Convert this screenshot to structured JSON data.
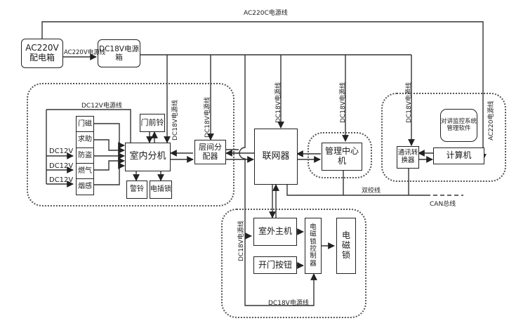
{
  "diagram": {
    "type": "block-diagram",
    "title_fragment": "",
    "nodes": {
      "ac_box": "AC220V\n配电箱",
      "dc18_box": "DC18V电源箱",
      "door_magnet": "门磁",
      "help": "求助",
      "anti_theft": "防盗",
      "gas": "燃气",
      "smoke": "烟感",
      "door_bell": "门前铃",
      "indoor_unit": "室内分机",
      "alarm_bell": "警铃",
      "electric_lock_small": "电插锁",
      "floor_distributor": "层间分\n配器",
      "networker": "联网器",
      "management_pc": "管理中心机",
      "comm_converter": "通讯转\n换器",
      "computer": "计算机",
      "software": "对讲监控系统\n管理软件",
      "outdoor_unit": "室外主机",
      "open_button": "开门按钮",
      "lock_controller": "电\n磁\n锁\n控\n制\n器",
      "magnetic_lock": "电\n磁\n锁"
    },
    "labels": {
      "ac220c_line": "AC220C电源线",
      "ac220v_line": "AC220V电源线",
      "dc12v_line": "DC12V电源线",
      "dc12v_1": "DC12V",
      "dc12v_2": "DC12V",
      "dc12v_3": "DC12V",
      "dc18v_line_1": "DC18V电源线",
      "dc18v_line_2": "DC18V电源线",
      "dc18v_line_3": "DC18V电源线",
      "dc18v_line_4": "DC18V电源线",
      "dc18v_line_5": "DC18V电源线",
      "dc18v_line_6": "DC18V电源线",
      "dc18v_line_bottom": "DC18V电源线",
      "ac220_right": "AC220电源线",
      "twisted_pair": "双绞线",
      "can_bus": "CAN总线"
    },
    "edges": [
      {
        "from": "ac_box",
        "to": "dc18_box",
        "label": "AC220V电源线"
      },
      {
        "from": "ac_box",
        "to": "computer",
        "label": "AC220C电源线"
      },
      {
        "from": "dc18_box",
        "to": "indoor_unit",
        "label": "DC18V电源线"
      },
      {
        "from": "dc18_box",
        "to": "floor_distributor",
        "label": "DC18V电源线"
      },
      {
        "from": "dc18_box",
        "to": "networker",
        "label": "DC18V电源线"
      },
      {
        "from": "dc18_box",
        "to": "management_pc",
        "label": "DC18V电源线"
      },
      {
        "from": "dc18_box",
        "to": "comm_converter",
        "label": "DC18V电源线"
      },
      {
        "from": "dc18_box",
        "to": "outdoor_unit",
        "label": "DC18V电源线"
      },
      {
        "from": "dc18_box",
        "to": "lock_controller",
        "label": "DC18V电源线"
      },
      {
        "from": "door_magnet",
        "to": "indoor_unit"
      },
      {
        "from": "help",
        "to": "indoor_unit"
      },
      {
        "from": "anti_theft",
        "to": "indoor_unit"
      },
      {
        "from": "gas",
        "to": "indoor_unit"
      },
      {
        "from": "smoke",
        "to": "indoor_unit"
      },
      {
        "from": "indoor_unit",
        "to": "door_bell",
        "bidirectional": true
      },
      {
        "from": "indoor_unit",
        "to": "alarm_bell"
      },
      {
        "from": "indoor_unit",
        "to": "electric_lock_small"
      },
      {
        "from": "indoor_unit",
        "to": "floor_distributor",
        "bidirectional": true
      },
      {
        "from": "floor_distributor",
        "to": "networker",
        "bidirectional": true
      },
      {
        "from": "networker",
        "to": "management_pc",
        "bidirectional": true
      },
      {
        "from": "networker",
        "to": "outdoor_unit",
        "bidirectional": true
      },
      {
        "from": "comm_converter",
        "to": "computer",
        "bidirectional": true
      },
      {
        "from": "outdoor_unit",
        "to": "lock_controller"
      },
      {
        "from": "open_button",
        "to": "lock_controller"
      },
      {
        "from": "lock_controller",
        "to": "magnetic_lock"
      },
      {
        "from": "networker",
        "to": "comm_converter",
        "label": "双绞线"
      },
      {
        "from": "comm_converter",
        "to": "bus",
        "label": "CAN总线"
      }
    ]
  }
}
